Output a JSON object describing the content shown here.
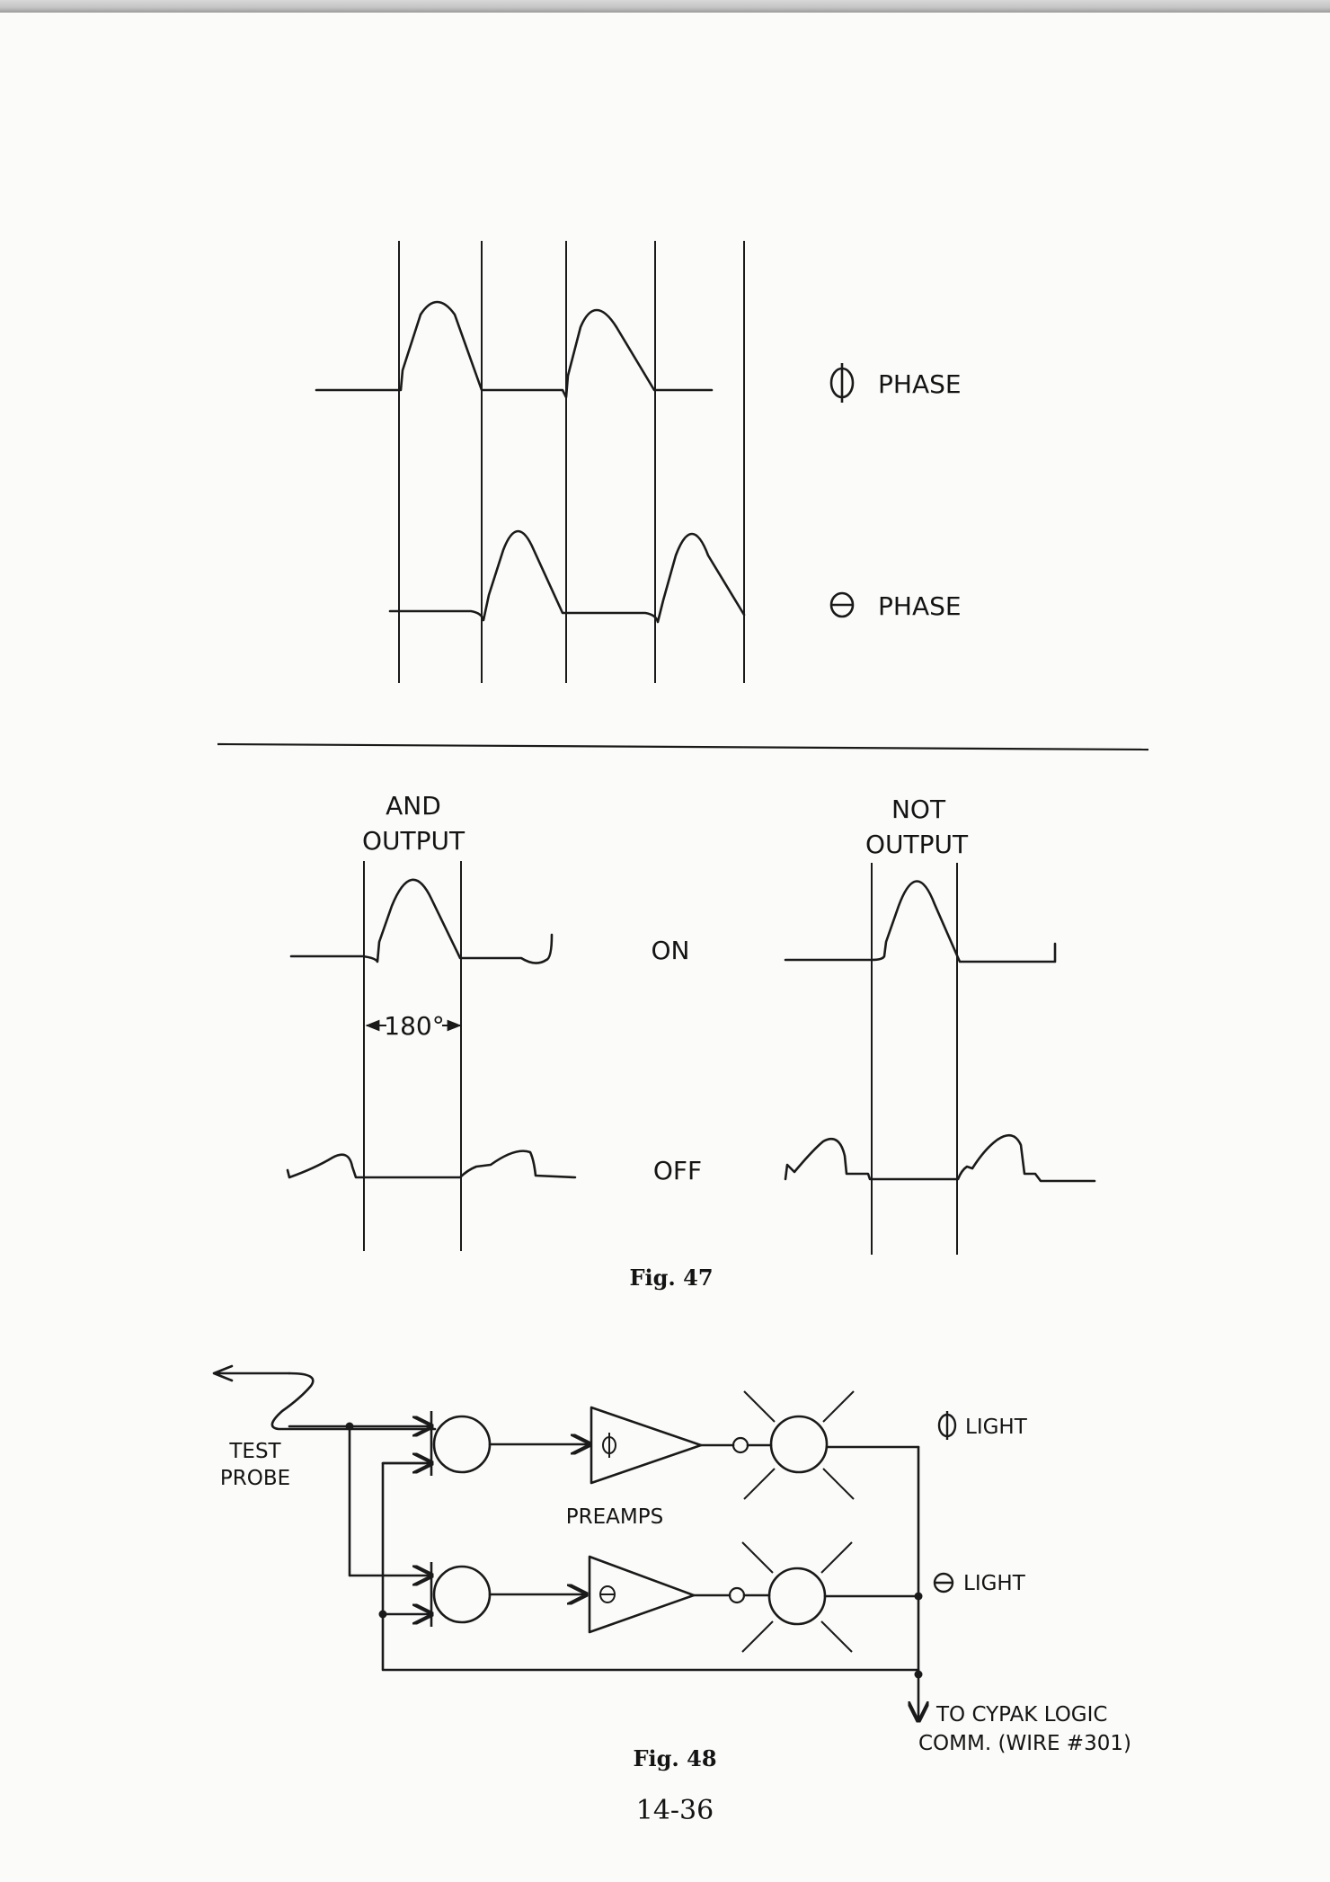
{
  "phase_diagram": {
    "phi_label": "PHASE",
    "theta_label": "PHASE"
  },
  "fig47": {
    "and_output_line1": "AND",
    "and_output_line2": "OUTPUT",
    "not_output_line1": "NOT",
    "not_output_line2": "OUTPUT",
    "on_label": "ON",
    "off_label": "OFF",
    "angle_label": "180°",
    "caption": "Fig. 47"
  },
  "fig48": {
    "probe_line1": "TEST",
    "probe_line2": "PROBE",
    "preamps_label": "PREAMPS",
    "phi_light_label": "LIGHT",
    "theta_light_label": "LIGHT",
    "logic_line1": "TO CYPAK LOGIC",
    "logic_line2": "COMM. (WIRE #301)",
    "caption": "Fig. 48"
  },
  "page_number": "14-36"
}
